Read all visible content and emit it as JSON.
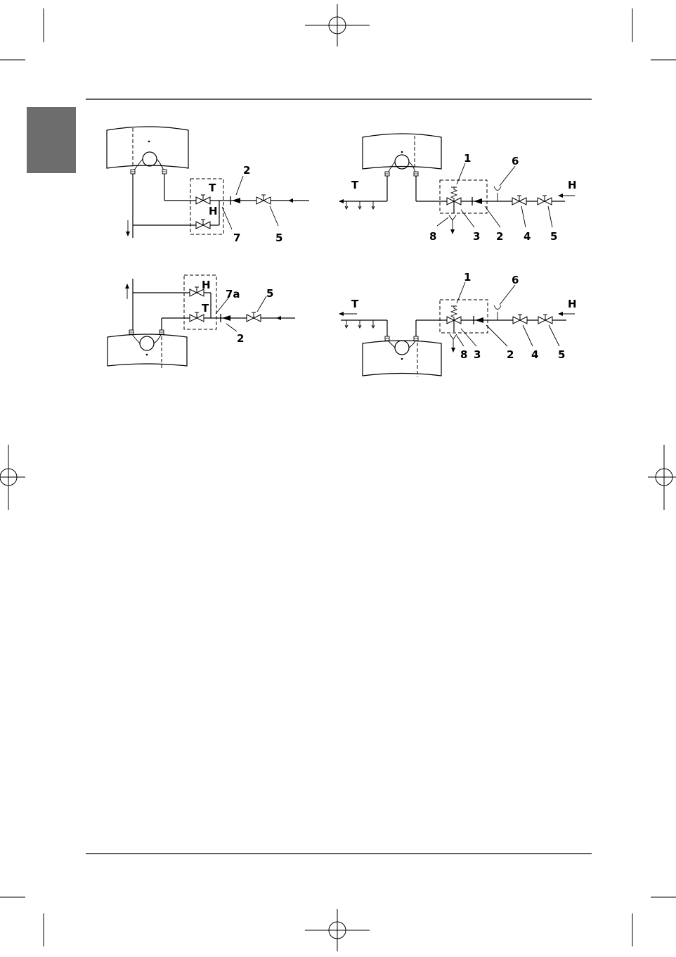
{
  "colors": {
    "ink": "#000000",
    "tab": "#6d6d6d",
    "paper": "#ffffff"
  },
  "diagrams": [
    {
      "id": "top-left",
      "labels": {
        "T": "T",
        "H": "H",
        "n2": "2",
        "n5": "5",
        "n7": "7"
      }
    },
    {
      "id": "top-right",
      "labels": {
        "T": "T",
        "H": "H",
        "n1": "1",
        "n2": "2",
        "n3": "3",
        "n4": "4",
        "n5": "5",
        "n6": "6",
        "n8": "8"
      }
    },
    {
      "id": "bottom-left",
      "labels": {
        "T": "T",
        "H": "H",
        "n2": "2",
        "n5": "5",
        "n7a": "7a"
      }
    },
    {
      "id": "bottom-right",
      "labels": {
        "T": "T",
        "H": "H",
        "n1": "1",
        "n2": "2",
        "n3": "3",
        "n4": "4",
        "n5": "5",
        "n6": "6",
        "n8": "8"
      }
    }
  ]
}
